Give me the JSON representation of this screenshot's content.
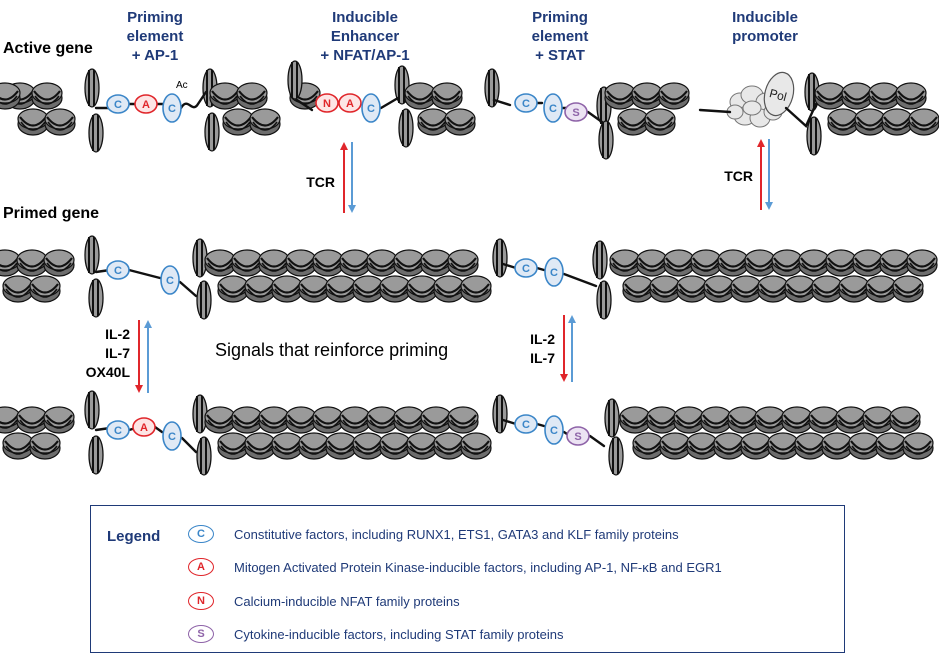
{
  "headers": {
    "priming_ap1": "Priming\nelement\n+ AP-1",
    "inducible_enhancer": "Inducible\nEnhancer\n+ NFAT/AP-1",
    "priming_stat": "Priming\nelement\n+ STAT",
    "inducible_promoter": "Inducible\npromoter"
  },
  "rows": {
    "active_gene": "Active gene",
    "primed_gene": "Primed gene"
  },
  "signals": {
    "tcr_left": "TCR",
    "tcr_right": "TCR",
    "left_cytokines": "IL-2\nIL-7\nOX40L",
    "right_cytokines": "IL-2\nIL-7",
    "reinforce": "Signals that reinforce priming"
  },
  "labels": {
    "acetylation": "Ac",
    "polymerase": "Pol"
  },
  "factor_letters": {
    "C": "C",
    "A": "A",
    "N": "N",
    "S": "S"
  },
  "colors": {
    "title_blue": "#1F3A78",
    "constitutive": "#3B86C8",
    "mapk": "#E0262B",
    "calcium": "#E0262B",
    "cytokine": "#8E63A8",
    "arrow_up": "#E0262B",
    "arrow_down": "#5B9BD5"
  },
  "legend": {
    "title": "Legend",
    "items": [
      {
        "letter": "C",
        "text": "Constitutive factors, including RUNX1, ETS1, GATA3 and KLF family proteins"
      },
      {
        "letter": "A",
        "text": "Mitogen Activated Protein Kinase-inducible factors, including AP-1, NF-κB and EGR1"
      },
      {
        "letter": "N",
        "text": "Calcium-inducible NFAT family proteins"
      },
      {
        "letter": "S",
        "text": "Cytokine-inducible factors, including STAT family proteins"
      }
    ]
  }
}
